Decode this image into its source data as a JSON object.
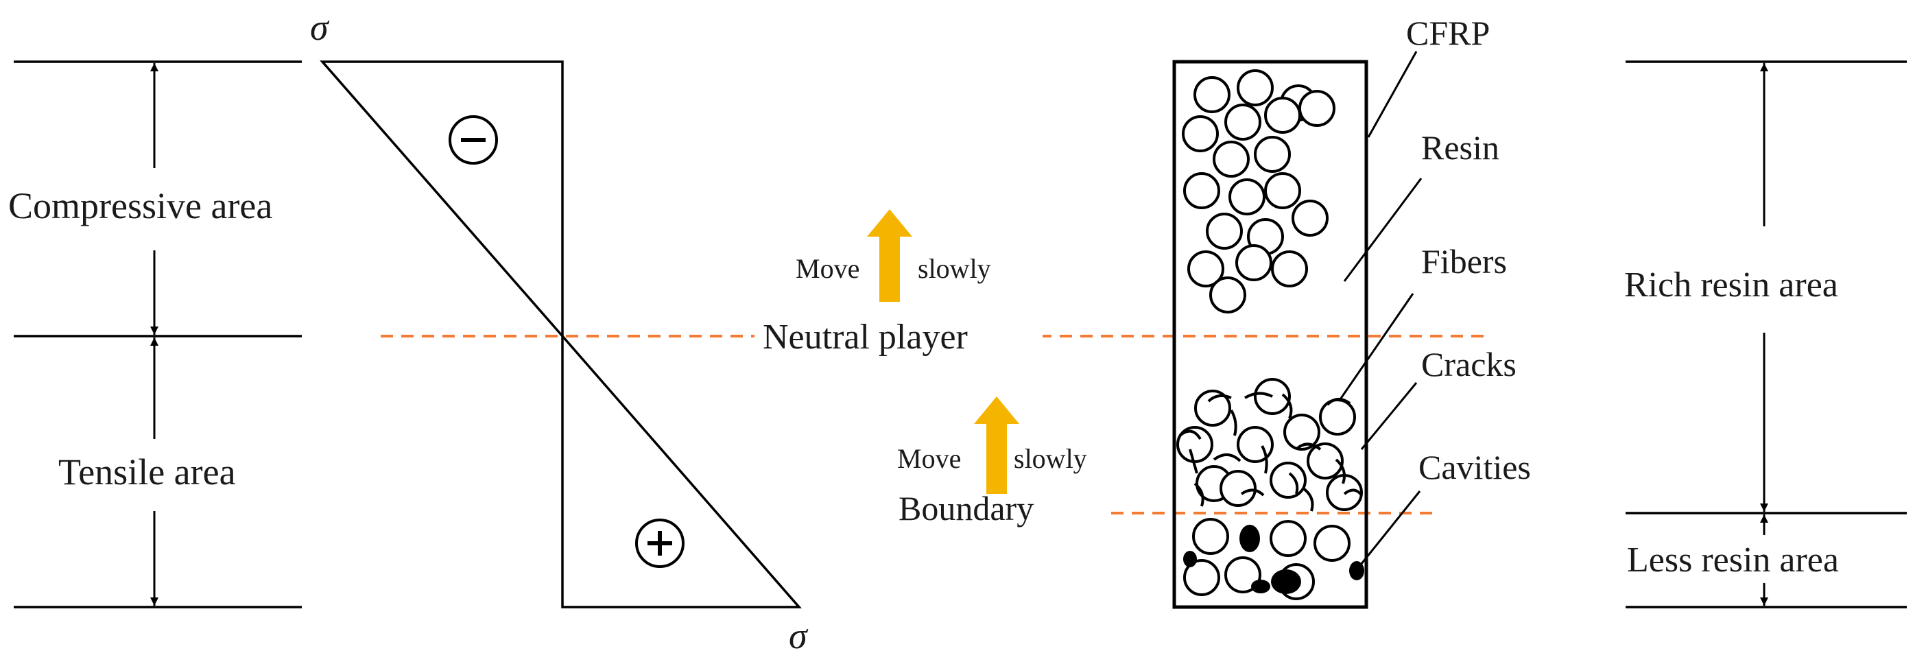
{
  "colors": {
    "ink": "#000000",
    "dashed_line": "#F47B34",
    "arrow": "#F5B400",
    "background": "#FFFFFF"
  },
  "left_diagram": {
    "sigma_top": "σ",
    "sigma_bottom": "σ",
    "compressive_label": "Compressive area",
    "tensile_label": "Tensile area",
    "minus_sign": "−",
    "plus_sign": "+"
  },
  "middle": {
    "neutral_label": "Neutral player",
    "boundary_label": "Boundary",
    "move_upper_left": "Move",
    "move_upper_right": "slowly",
    "move_lower_left": "Move",
    "move_lower_right": "slowly"
  },
  "cross_section": {
    "cfrp_label": "CFRP",
    "resin_label": "Resin",
    "fibers_label": "Fibers",
    "cracks_label": "Cracks",
    "cavities_label": "Cavities"
  },
  "right_diagram": {
    "rich_resin_label": "Rich resin area",
    "less_resin_label": "Less resin area"
  }
}
